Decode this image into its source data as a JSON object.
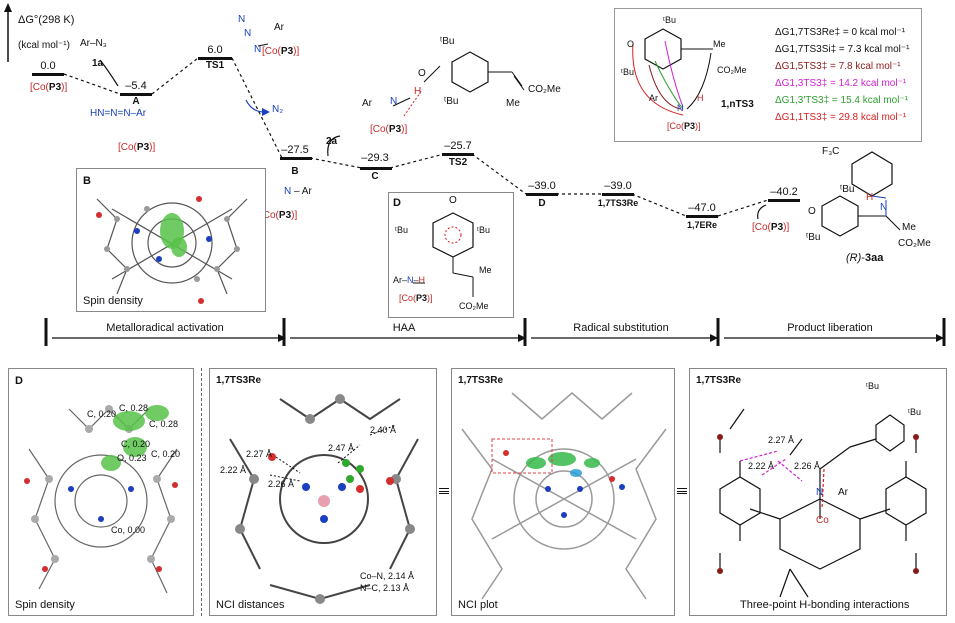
{
  "y_axis": {
    "label": "ΔG°(298 K)",
    "unit": "(kcal mol⁻¹)"
  },
  "reagent": {
    "azide": "Ar–N₃",
    "step": "1a"
  },
  "levels": [
    {
      "id": "start",
      "value": "0.0",
      "name": "",
      "sub": "[Co(P3)]"
    },
    {
      "id": "A",
      "value": "–5.4",
      "name": "A",
      "sub": ""
    },
    {
      "id": "TS1",
      "value": "6.0",
      "name": "TS1",
      "sub": ""
    },
    {
      "id": "B",
      "value": "–27.5",
      "name": "B",
      "sub": ""
    },
    {
      "id": "C",
      "value": "–29.3",
      "name": "C",
      "sub": ""
    },
    {
      "id": "TS2",
      "value": "–25.7",
      "name": "TS2",
      "sub": ""
    },
    {
      "id": "D",
      "value": "–39.0",
      "name": "D",
      "sub": ""
    },
    {
      "id": "TS3",
      "value": "–39.0",
      "name": "1,7TS3Re",
      "sub": ""
    },
    {
      "id": "E",
      "value": "–47.0",
      "name": "1,7ERe",
      "sub": ""
    },
    {
      "id": "product",
      "value": "–40.2",
      "name": "",
      "sub": ""
    }
  ],
  "labels": {
    "n2": "N₂",
    "step_2a": "2a",
    "co_p3": "[Co(P3)]",
    "ar": "Ar",
    "tbu": "ᵗBu",
    "co2me": "CO₂Me",
    "me": "Me",
    "product": "(R)-3aa",
    "ts_label": "1,nTS3",
    "panel_b": "B",
    "spin_density": "Spin density",
    "panel_d": "D",
    "cf3": "F₃C"
  },
  "legend": [
    {
      "text": "ΔG1,7TS3Re‡ = 0 kcal mol⁻¹",
      "color": "#111111"
    },
    {
      "text": "ΔG1,7TS3Si‡ = 7.3 kcal mol⁻¹",
      "color": "#111111"
    },
    {
      "text": "ΔG1,5TS3‡ = 7.8 kcal mol⁻¹",
      "color": "#8b1a1a"
    },
    {
      "text": "ΔG1,3TS3‡ = 14.2 kcal mol⁻¹",
      "color": "#d21fd2"
    },
    {
      "text": "ΔG1,3′TS3‡ = 15.4 kcal mol⁻¹",
      "color": "#2e9e2e"
    },
    {
      "text": "ΔG1,1TS3‡ = 29.8 kcal mol⁻¹",
      "color": "#d62020"
    }
  ],
  "stages": [
    "Metalloradical activation",
    "HAA",
    "Radical substitution",
    "Product liberation"
  ],
  "bottom_panels": {
    "d_label": "D",
    "d_caption": "Spin density",
    "d_spin": [
      "C, 0.20",
      "C, 0.28",
      "C, 0.28",
      "C, 0.20",
      "O, 0.23",
      "C, 0.20",
      "Co, 0.00"
    ],
    "nci_title": "1,7TS3Re",
    "nci_caption": "NCI distances",
    "nci_dist": [
      "2.27 Å",
      "2.22 Å",
      "2.26 Å",
      "2.47 Å",
      "2.40 Å"
    ],
    "nci_bonds": [
      "Co–N, 2.14 Å",
      "N–C, 2.13 Å"
    ],
    "plot_title": "1,7TS3Re",
    "plot_caption": "NCI plot",
    "hb_title": "1,7TS3Re",
    "hb_caption": "Three-point H-bonding interactions",
    "hb_dist": [
      "2.27 Å",
      "2.22 Å",
      "2.26 Å"
    ]
  },
  "colors": {
    "cobalt": "#c62828",
    "nitrogen": "#1a3fbf",
    "spin": "#58c24a",
    "oxygen": "#d32f2f"
  }
}
